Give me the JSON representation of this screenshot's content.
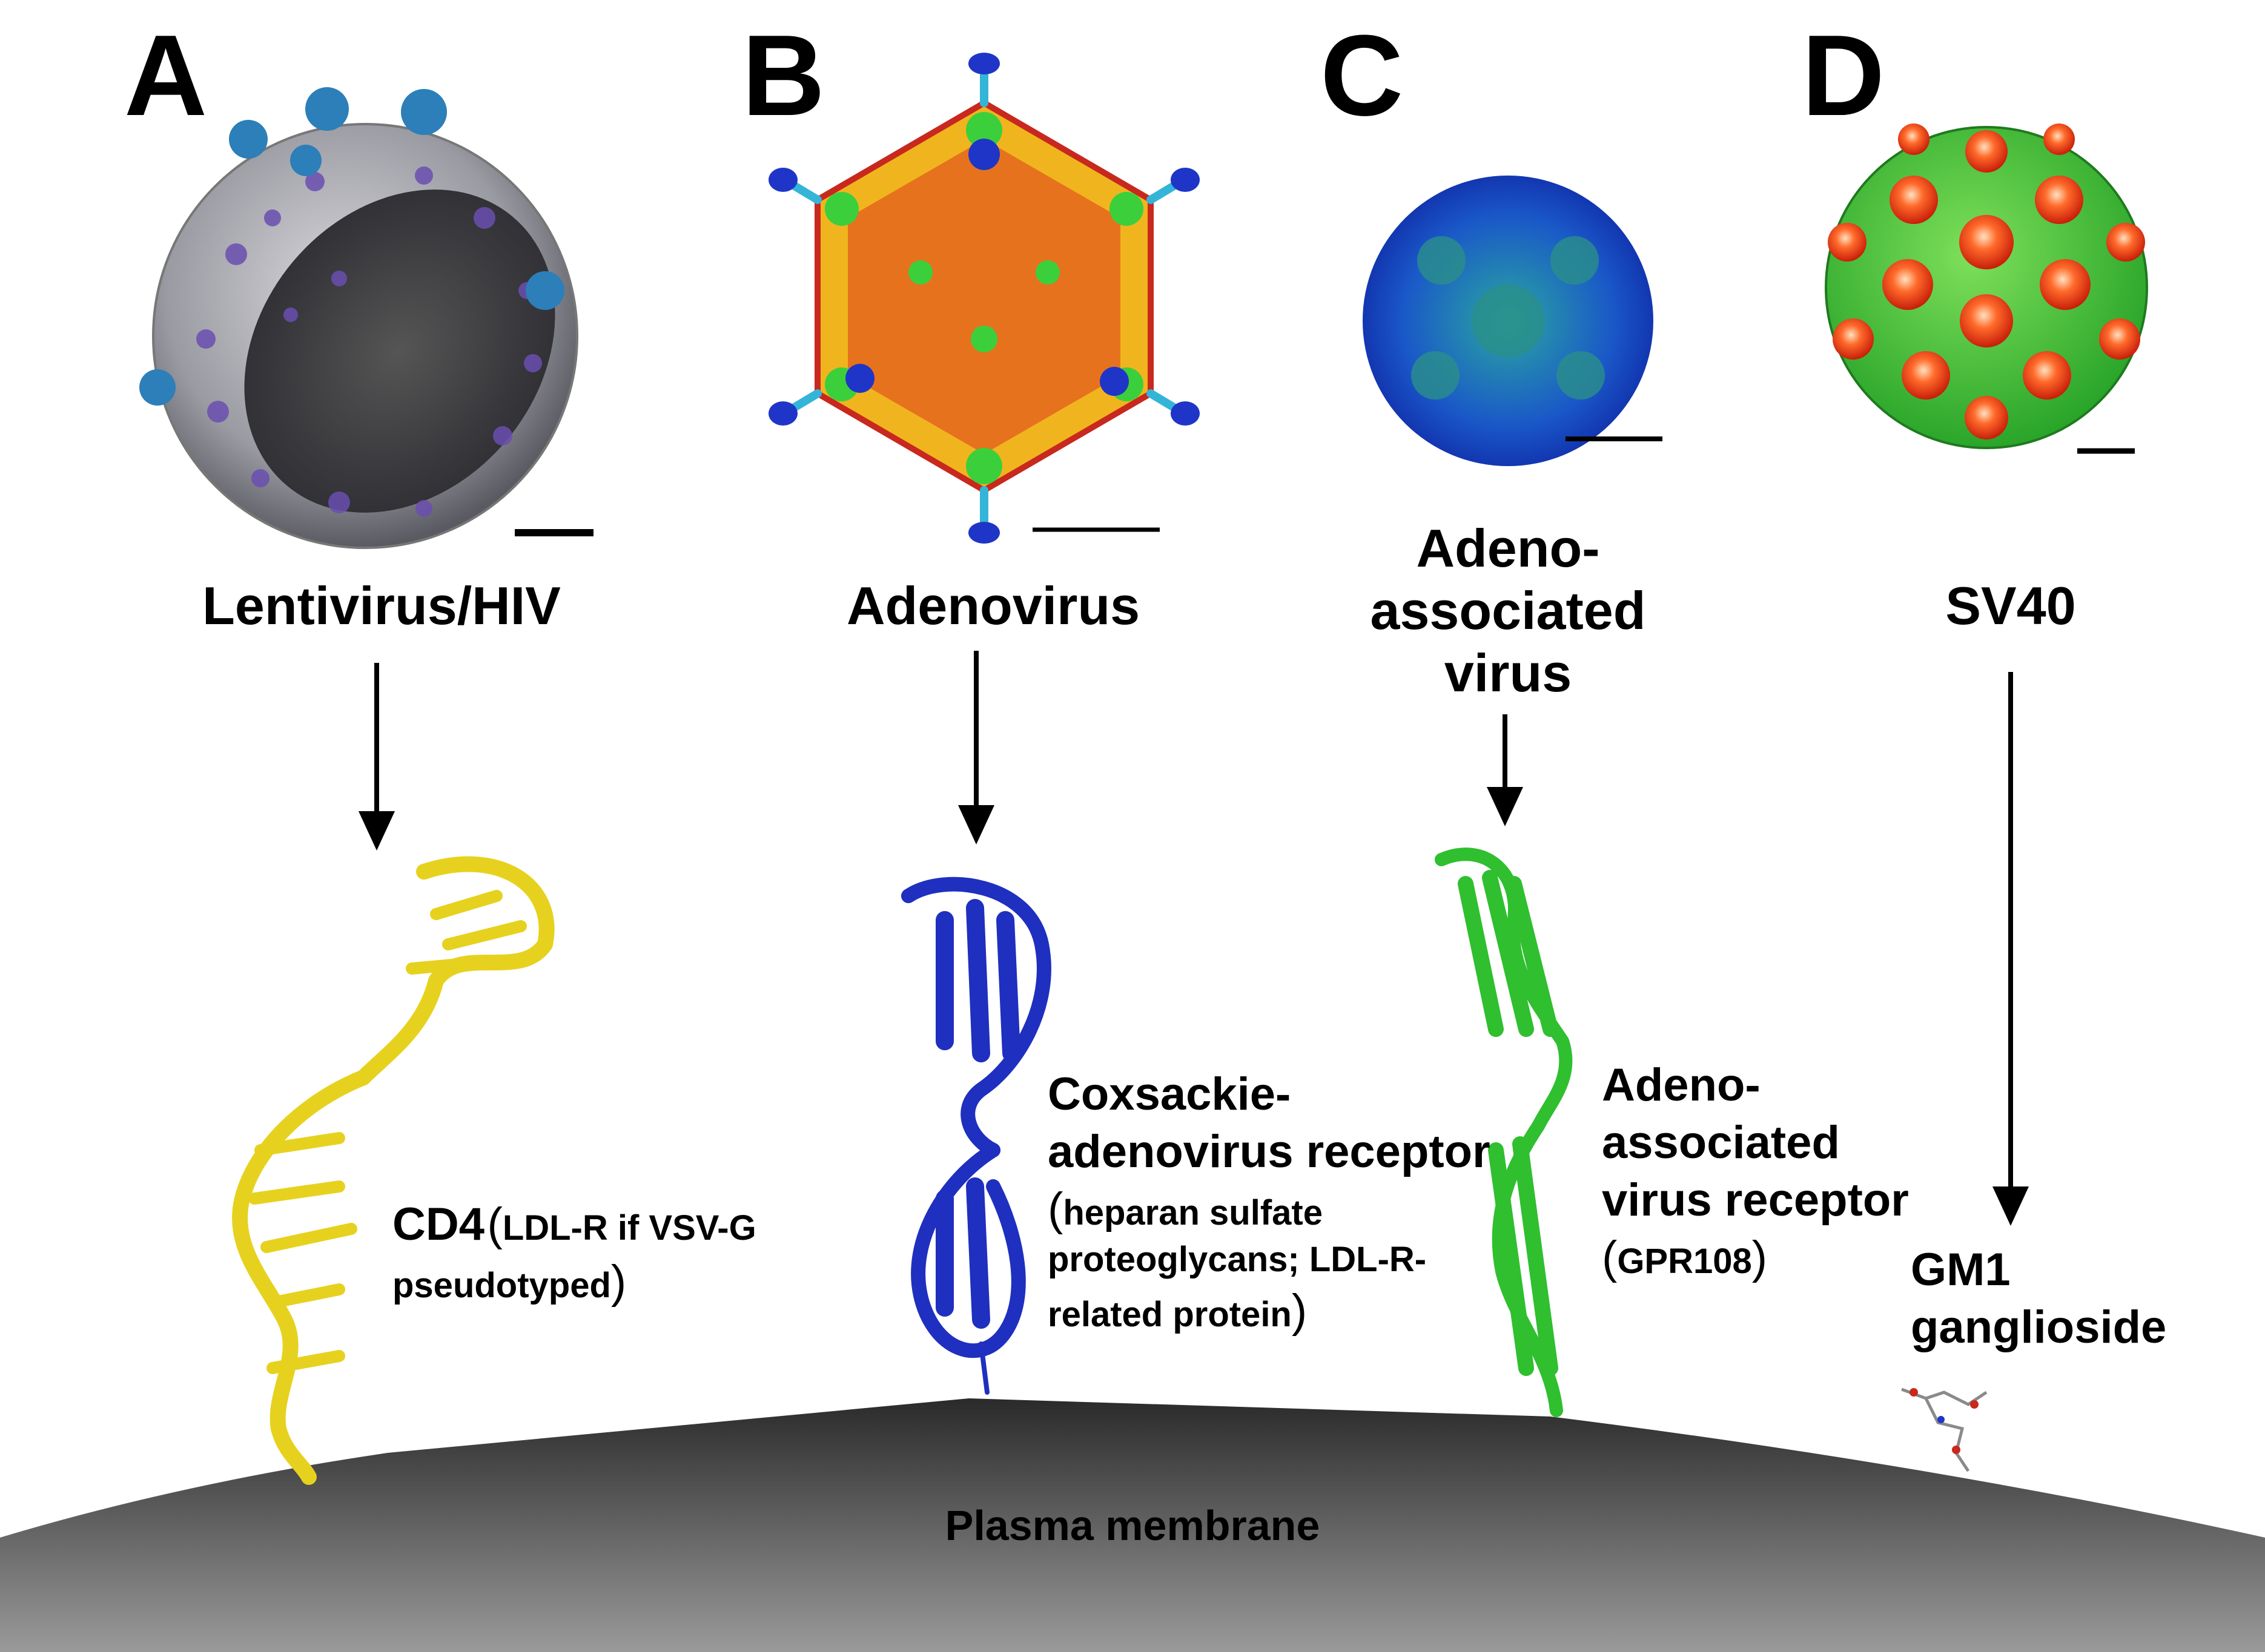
{
  "panels": [
    {
      "letter": "A",
      "virus": "Lentivirus/HIV",
      "receptor_main": "CD4",
      "receptor_detail_line1": "LDL-R if VSV-G",
      "receptor_detail_line2": "pseudotyped"
    },
    {
      "letter": "B",
      "virus": "Adenovirus",
      "receptor_line1": "Coxsackie-",
      "receptor_line2": "adenovirus receptor",
      "receptor_detail_line1": "heparan sulfate",
      "receptor_detail_line2": "proteoglycans; LDL-R-",
      "receptor_detail_line3": "related protein"
    },
    {
      "letter": "C",
      "virus_line1": "Adeno-",
      "virus_line2": "associated",
      "virus_line3": "virus",
      "receptor_line1": "Adeno-",
      "receptor_line2": "associated",
      "receptor_line3": "virus receptor",
      "receptor_detail": "GPR108"
    },
    {
      "letter": "D",
      "virus": "SV40",
      "receptor_line1": "GM1",
      "receptor_line2": "ganglioside"
    }
  ],
  "membrane_label": "Plasma membrane",
  "colors": {
    "hiv_receptor": "#e6d21e",
    "adeno_receptor": "#1f2fbf",
    "aav_receptor": "#2fbf2f",
    "membrane_top": "#2a2a2a",
    "membrane_bottom": "#9a9a9a"
  }
}
